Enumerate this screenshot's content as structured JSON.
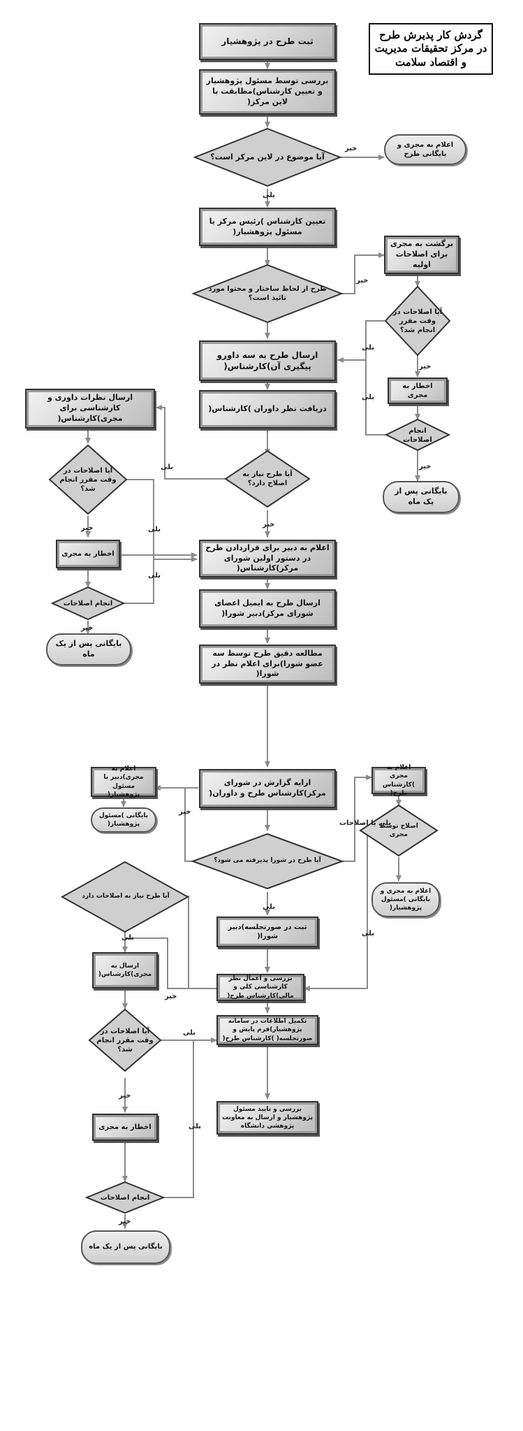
{
  "title": "گردش کار پذیرش طرح در مرکز تحقیقات مدیریت و اقتصاد سلامت",
  "process": [
    "ثبت طرح در پژوهشیار",
    "بررسی توسط مسئول پژوهشیار و تعیین کارشناس)مطابقت با لاین مرکز(",
    "تعیین کارشناس )رئیس مرکز یا مسئول پژوهشیار(",
    "ارسال طرح به سه داورو پیگیری آن)کارشناس(",
    "دریافت نظر داوران )کارشناس(",
    "اعلام به دبیر برای قراردادن طرح در دستور اولین شورای مرکز)کارشناس(",
    "ارسال طرح به ایمیل اعضای شورای مرکز)دبیر شورا(",
    "مطالعه دقیق طرح توسط سه عضو شورا)برای اعلام نظر در شورا(",
    "ارایه گزارش در شورای مرکز)کارشناس طرح و داوران(",
    "ثبت در صورتجلسه)دبیر شورا(",
    "بررسی و اعمال نظر کارشناسی کلی و مالی)کارشناس طرح(",
    "تکمیل اطلاعات در سامانه پژوهشیار)فرم پایش و صورتجلسه( )کارشناس طرح(",
    "بررسی و تایید مسئول پژوهشیار و ارسال به معاونت پژوهشی دانشگاه"
  ],
  "decisions": [
    "آیا موضوع در لاین مرکز است؟",
    "طرح از لحاظ ساختار و محتوا مورد تائید است؟",
    "آیا طرح نیاز به اصلاح دارد؟",
    "آیا طرح در شورا پذیرفته می شود؟"
  ],
  "right_branch": {
    "return_box": "برگشت به مجری برای اصلاحات اولیه",
    "q_deadline": "آیا اصلاحات در وقت مقرر انجام شد؟",
    "warn": "اخطار به مجری",
    "done": "انجام اصلاحات",
    "archive": "بایگانی پس از یک ماه"
  },
  "left_branch": {
    "send": "ارسال نظرات داوری و کارشناسی برای مجری)کارشناس(",
    "q_deadline": "آیا اصلاحات در وقت مقرر انجام شد؟",
    "warn": "اخطار به مجری",
    "done": "انجام اصلاحات",
    "archive": "بایگانی پس از یک ماه"
  },
  "council_left": {
    "notify": "اعلام به مجری)دبیر با مسئول پژوهشیار(",
    "archive": "بایگانی )مسئول پژوهشیار("
  },
  "council_right": {
    "notify": "اعلام به مجری )کارشناس طرح(",
    "q_fix": "اصلاح توسط مجری",
    "archive": "اعلام به مجری و بایگانی )مسئول پژوهشیار("
  },
  "bottom_branch": {
    "q_needs": "آیا طرح نیاز به اصلاحات دارد",
    "send": "ارسال به مجری)کارشناس(",
    "q_deadline": "آیا اصلاحات در وقت مقرر انجام شد؟",
    "warn": "اخطار به مجری",
    "done": "انجام اصلاحات",
    "archive": "بایگانی پس از یک ماه"
  },
  "top_reject": "اعلام به مجری و بایگانی طرح",
  "labels": {
    "yes": "بلی",
    "no": "خیر",
    "yes_with_fix": "بلی با اصلاحات"
  }
}
